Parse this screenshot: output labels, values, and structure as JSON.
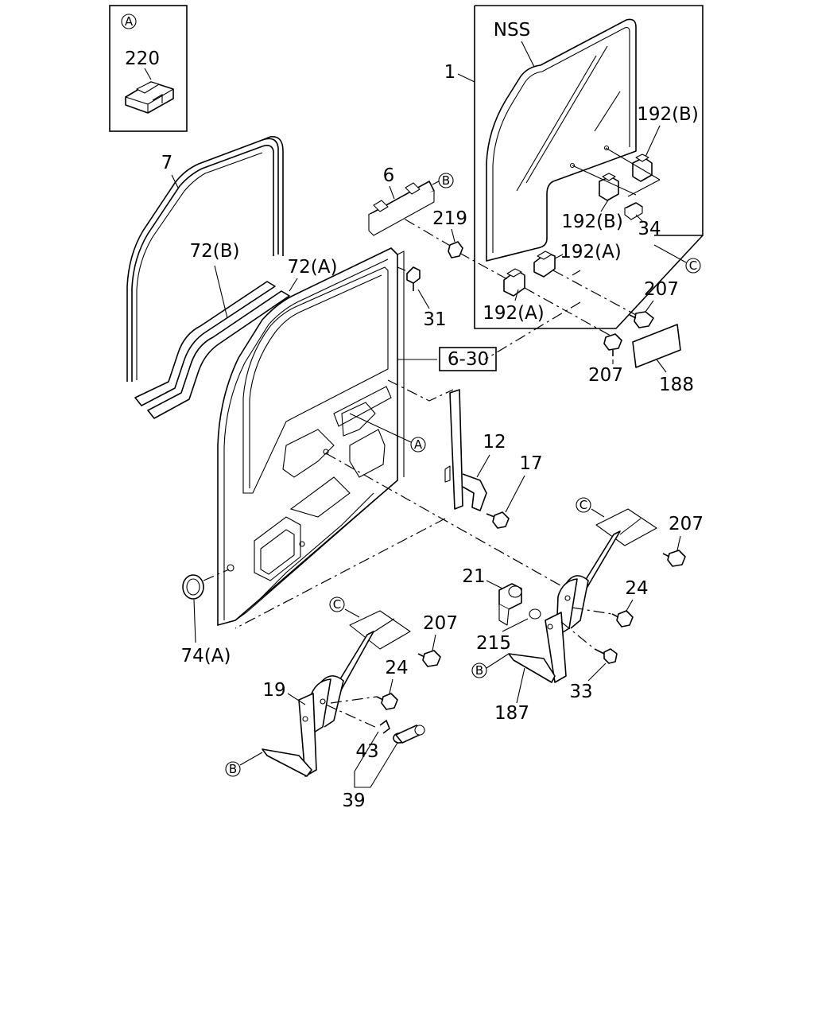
{
  "labels": {
    "callout_a": "A",
    "callout_b": "B",
    "callout_c": "C",
    "p220": "220",
    "nss": "NSS",
    "p1": "1",
    "p192b": "192(B)",
    "p192a": "192(A)",
    "p7": "7",
    "p6": "6",
    "p219": "219",
    "p34": "34",
    "p72b": "72(B)",
    "p72a": "72(A)",
    "p31": "31",
    "p207": "207",
    "ref630": "6-30",
    "p188": "188",
    "p12": "12",
    "p17": "17",
    "p21": "21",
    "p24": "24",
    "p215": "215",
    "p74a": "74(A)",
    "p19": "19",
    "p33": "33",
    "p187": "187",
    "p43": "43",
    "p39": "39"
  }
}
